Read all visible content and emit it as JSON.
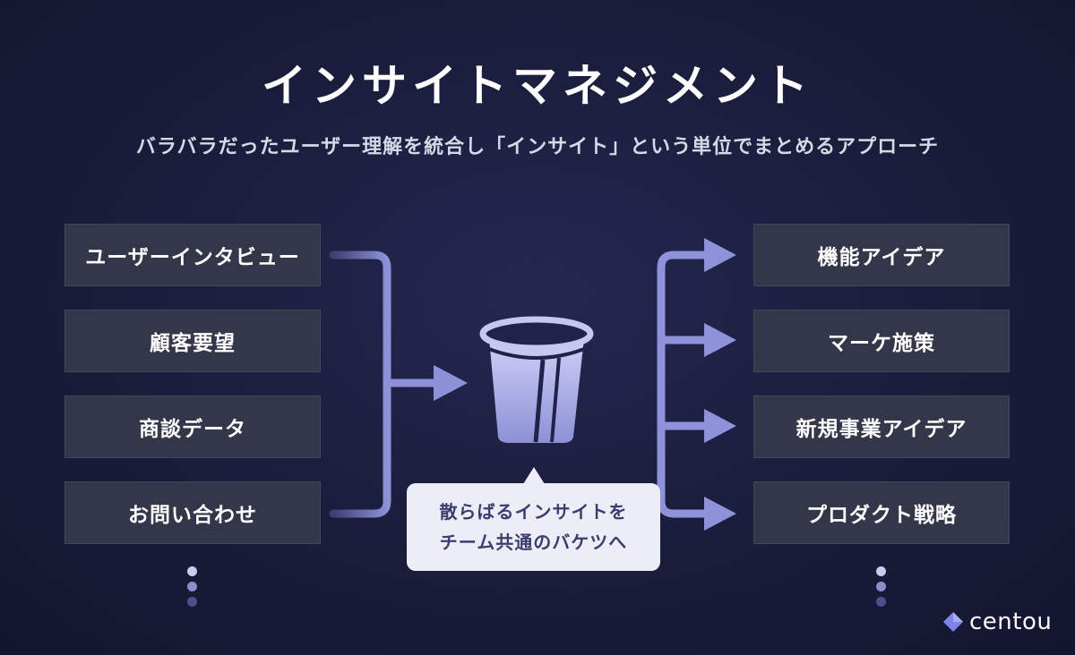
{
  "title": "インサイトマネジメント",
  "subtitle": "バラバラだったユーザー理解を統合し「インサイト」という単位でまとめるアプローチ",
  "inputs": [
    "ユーザーインタビュー",
    "顧客要望",
    "商談データ",
    "お問い合わせ"
  ],
  "outputs": [
    "機能アイデア",
    "マーケ施策",
    "新規事業アイデア",
    "プロダクト戦略"
  ],
  "callout": {
    "line1": "散らばるインサイトを",
    "line2": "チーム共通のバケツへ"
  },
  "logo": {
    "text": "centou"
  },
  "icons": {
    "center": "bucket-icon",
    "logo": "diamond-logo-icon"
  },
  "colors": {
    "background": "#1a1c3a",
    "box": "#34364a",
    "connector": "#8a8fd6",
    "callout_bg": "#ecedf6",
    "callout_text": "#3a3d6e"
  }
}
